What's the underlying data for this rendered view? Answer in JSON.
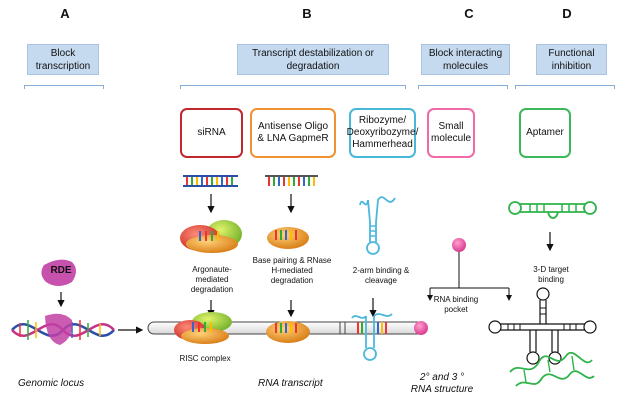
{
  "panels": {
    "a": {
      "letter": "A",
      "header": "Block transcription"
    },
    "b": {
      "letter": "B",
      "header": "Transcript destabilization or degradation"
    },
    "c": {
      "letter": "C",
      "header": "Block interacting molecules"
    },
    "d": {
      "letter": "D",
      "header": "Functional inhibition"
    }
  },
  "boxes": {
    "sirna": "siRNA",
    "antisense": "Antisense Oligo & LNA GapmeR",
    "ribozyme": "Ribozyme/ Deoxyribozyme/ Hammerhead",
    "small_molecule": "Small molecule",
    "aptamer": "Aptamer"
  },
  "captions": {
    "argonaute": "Argonaute-mediated degradation",
    "base_pairing": "Base pairing & RNase H-mediated degradation",
    "two_arm": "2-arm binding & cleavage",
    "rna_binding_pocket": "RNA binding pocket",
    "target_binding": "3-D target binding",
    "risc_complex": "RISC complex"
  },
  "labels": {
    "rde": "RDE",
    "genomic_locus": "Genomic locus",
    "rna_transcript": "RNA transcript",
    "rna_structure": "2° and 3 ° RNA structure"
  },
  "colors": {
    "header_fill": "#c5d9ef",
    "sirna_border": "#c0282d",
    "antisense_border": "#f0922f",
    "ribozyme_border": "#48b8d8",
    "small_molecule_border": "#ef6aa6",
    "aptamer_border": "#3cb85a",
    "aptamer_green": "#2fb34a",
    "magenta": "#d6338a",
    "ribozyme_blue": "#4bb8dc"
  }
}
